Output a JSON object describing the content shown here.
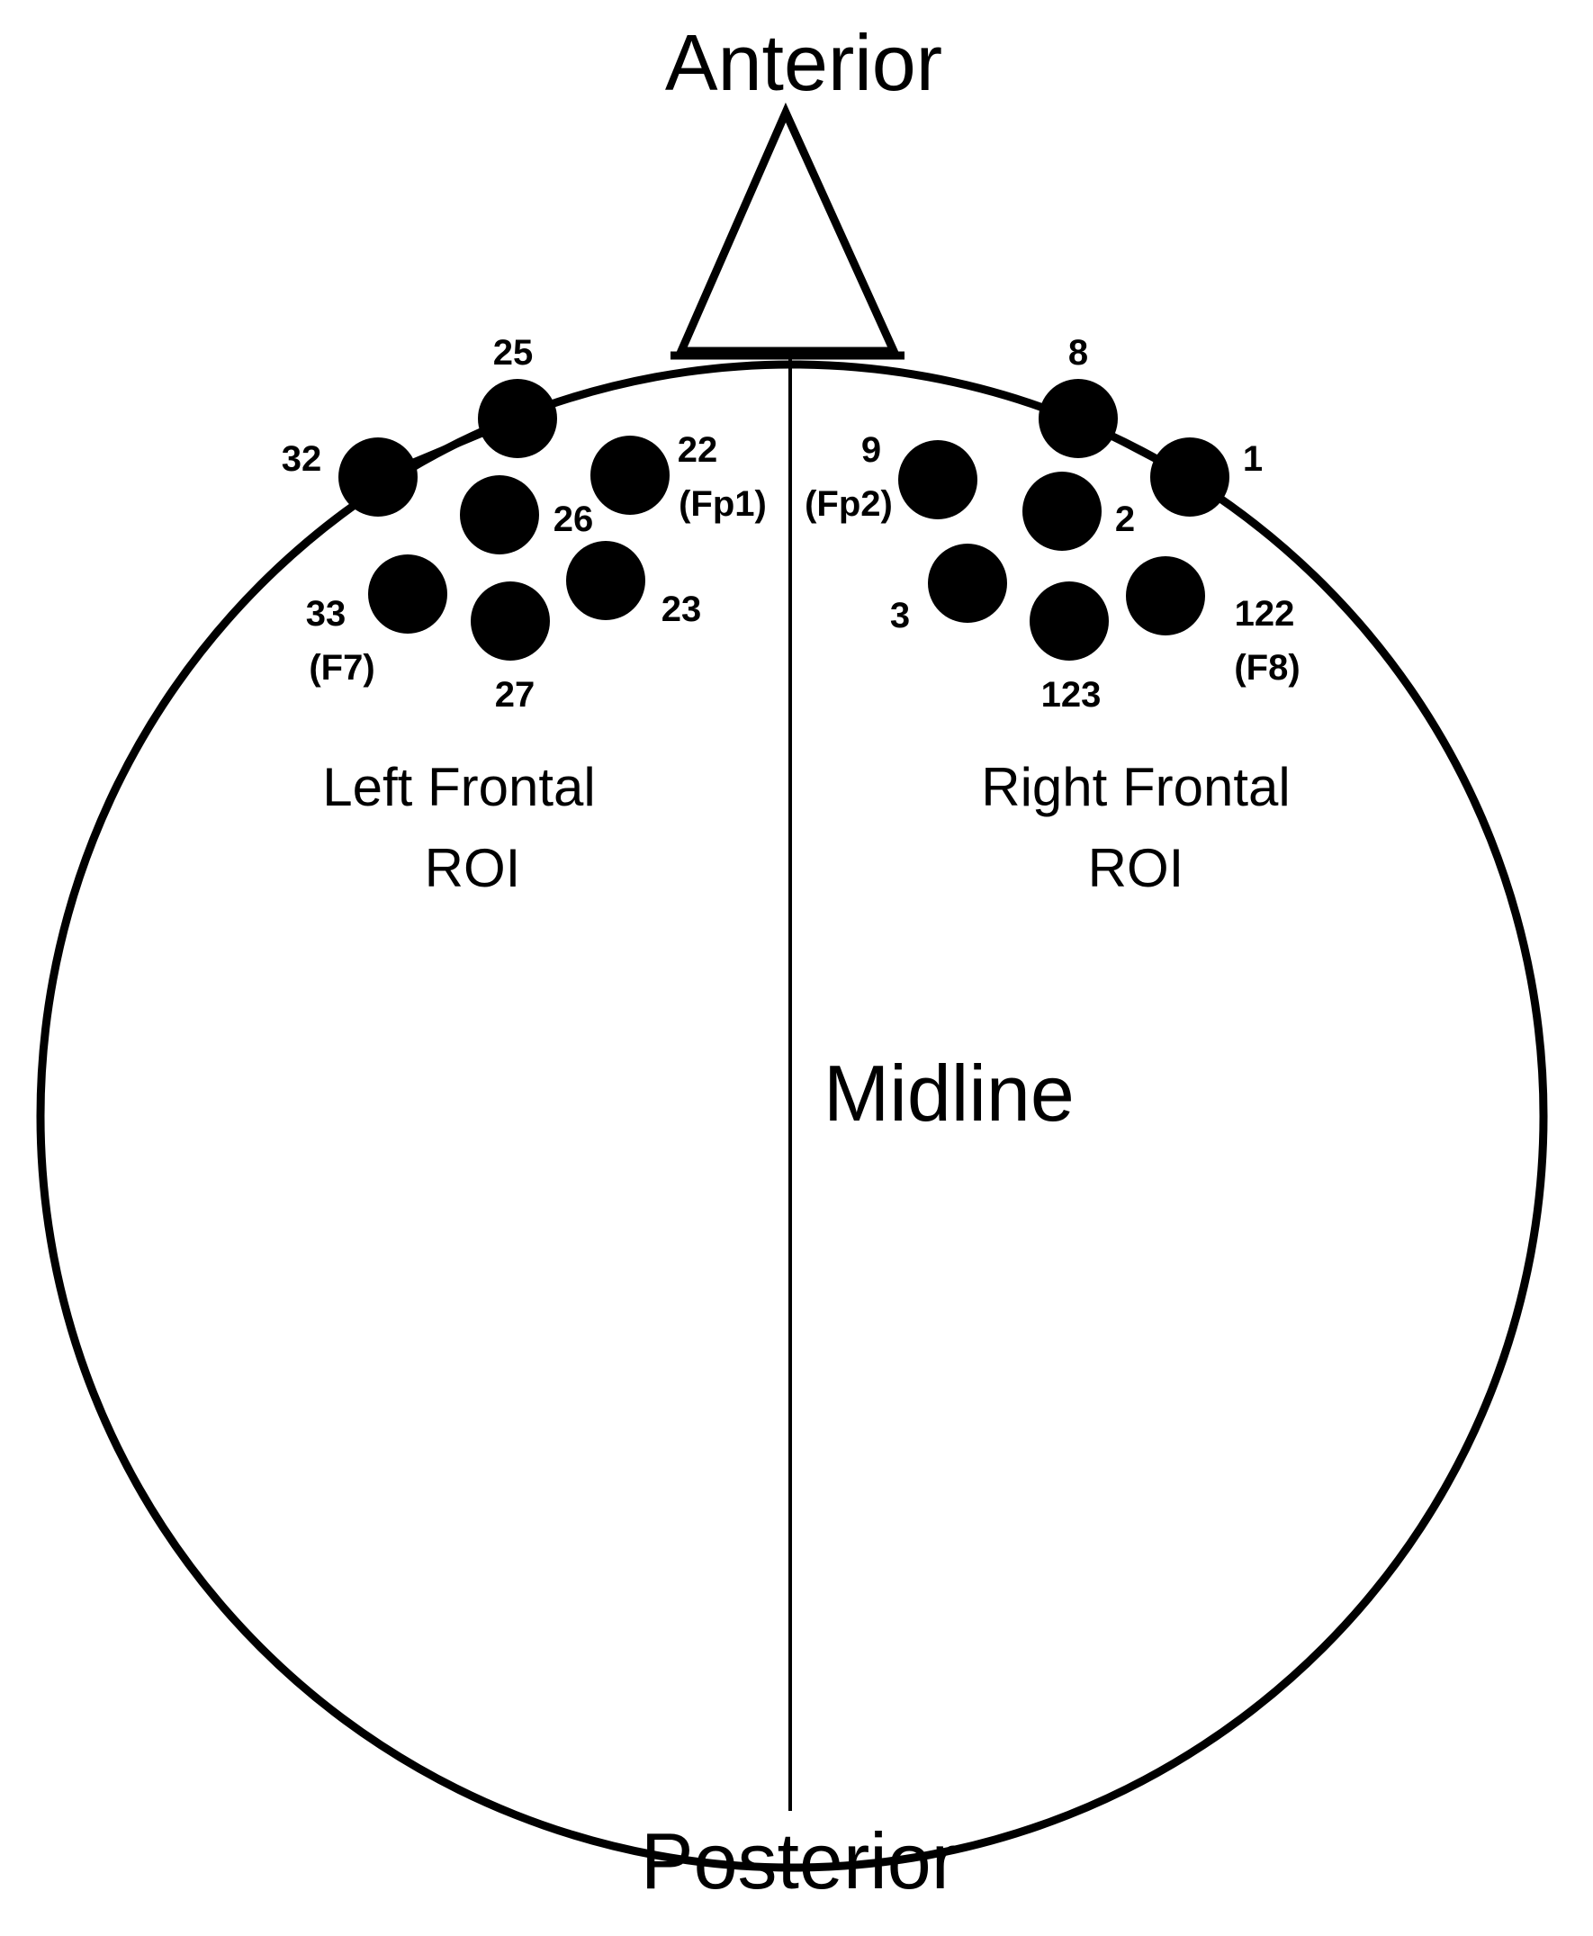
{
  "labels": {
    "anterior": "Anterior",
    "posterior": "Posterior",
    "midline": "Midline"
  },
  "regions": {
    "left": {
      "line1": "Left Frontal",
      "line2": "ROI"
    },
    "right": {
      "line1": "Right Frontal",
      "line2": "ROI"
    }
  },
  "electrodes": {
    "left": [
      {
        "id": "25",
        "number": "25",
        "alt": ""
      },
      {
        "id": "32",
        "number": "32",
        "alt": ""
      },
      {
        "id": "22",
        "number": "22",
        "alt": "(Fp1)"
      },
      {
        "id": "26",
        "number": "26",
        "alt": ""
      },
      {
        "id": "33",
        "number": "33",
        "alt": "(F7)"
      },
      {
        "id": "27",
        "number": "27",
        "alt": ""
      },
      {
        "id": "23",
        "number": "23",
        "alt": ""
      }
    ],
    "right": [
      {
        "id": "8",
        "number": "8",
        "alt": ""
      },
      {
        "id": "1",
        "number": "1",
        "alt": ""
      },
      {
        "id": "9",
        "number": "9",
        "alt": "(Fp2)"
      },
      {
        "id": "2",
        "number": "2",
        "alt": ""
      },
      {
        "id": "3",
        "number": "3",
        "alt": ""
      },
      {
        "id": "123",
        "number": "123",
        "alt": ""
      },
      {
        "id": "122",
        "number": "122",
        "alt": "(F8)"
      }
    ]
  },
  "colors": {
    "stroke": "#000000",
    "electrode_fill": "#000000",
    "background": "#ffffff"
  }
}
